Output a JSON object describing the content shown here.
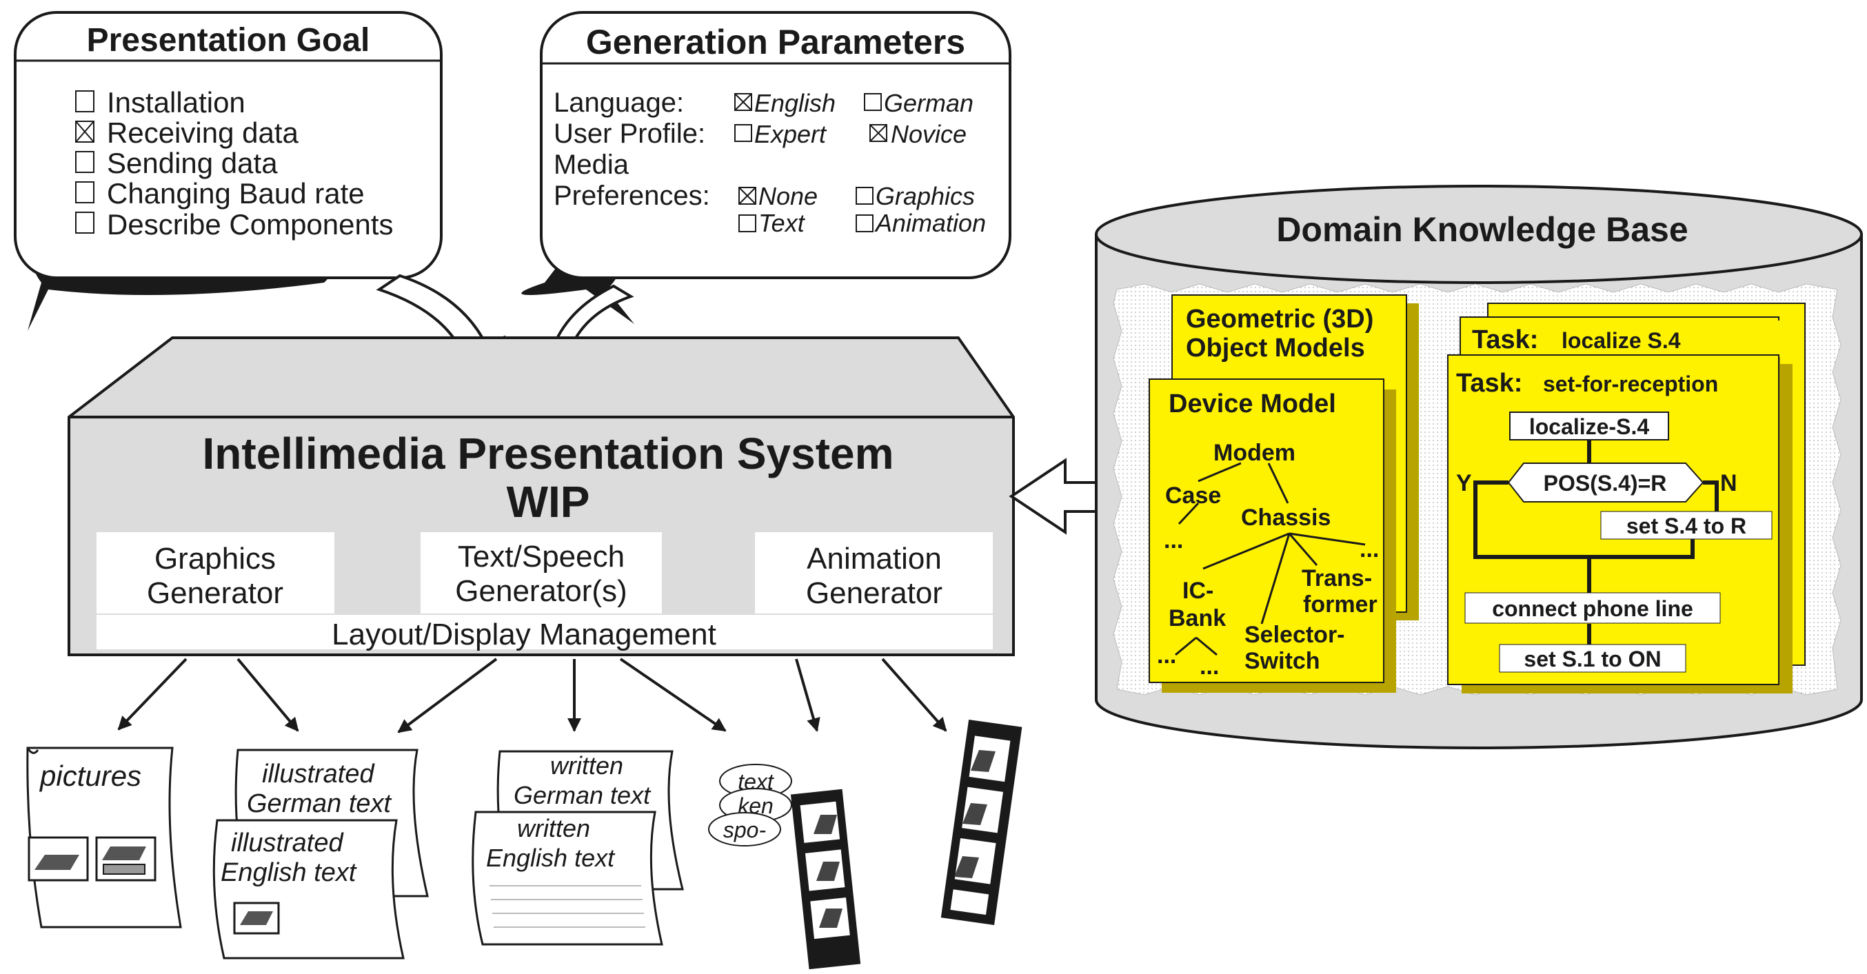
{
  "presentation_goal": {
    "title": "Presentation Goal",
    "options": [
      {
        "label": "Installation",
        "checked": false
      },
      {
        "label": "Receiving data",
        "checked": true
      },
      {
        "label": "Sending data",
        "checked": false
      },
      {
        "label": "Changing Baud rate",
        "checked": false
      },
      {
        "label": "Describe Components",
        "checked": false
      }
    ]
  },
  "generation_parameters": {
    "title": "Generation Parameters",
    "language_label": "Language:",
    "user_profile_label": "User Profile:",
    "media_label": "Media",
    "preferences_label": "Preferences:",
    "english": "English",
    "german": "German",
    "expert": "Expert",
    "novice": "Novice",
    "none": "None",
    "graphics": "Graphics",
    "text": "Text",
    "animation": "Animation"
  },
  "system": {
    "title": "Intellimedia Presentation System",
    "subtitle": "WIP",
    "gen1_line1": "Graphics",
    "gen1_line2": "Generator",
    "gen2_line1": "Text/Speech",
    "gen2_line2": "Generator(s)",
    "gen3_line1": "Animation",
    "gen3_line2": "Generator",
    "layout": "Layout/Display Management"
  },
  "knowledge_base": {
    "title": "Domain Knowledge Base",
    "geometric_line1": "Geometric (3D)",
    "geometric_line2": "Object Models",
    "device_model": "Device Model",
    "tree": {
      "modem": "Modem",
      "case": "Case",
      "chassis": "Chassis",
      "transformer_line1": "Trans-",
      "transformer_line2": "former",
      "icbank_line1": "IC-",
      "icbank_line2": "Bank",
      "selector_line1": "Selector-",
      "selector_line2": "Switch",
      "ellipsis": "..."
    },
    "task_prefix": "Task:",
    "task_back": "localize S.4",
    "task_front": "set-for-reception",
    "flow": {
      "step1": "localize-S.4",
      "decision": "POS(S.4)=R",
      "yes": "Y",
      "no": "N",
      "set_r": "set S.4 to R",
      "connect": "connect phone line",
      "set_on": "set S.1 to ON"
    }
  },
  "outputs": {
    "pictures": "pictures",
    "illustrated_german_1": "illustrated",
    "illustrated_german_2": "German text",
    "illustrated_english_1": "illustrated",
    "illustrated_english_2": "English text",
    "written_german_1": "written",
    "written_german_2": "German text",
    "written_english_1": "written",
    "written_english_2": "English text",
    "spoken_1": "text",
    "spoken_2": "ken",
    "spoken_3": "spo-"
  }
}
